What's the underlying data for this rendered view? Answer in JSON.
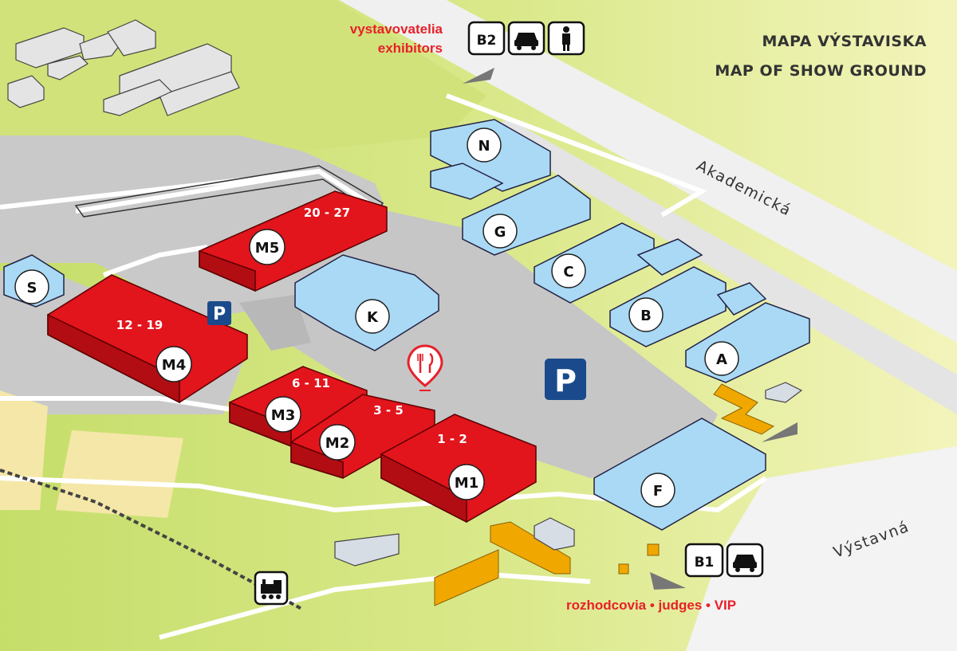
{
  "title": {
    "line1": "MAPA VÝSTAVISKA",
    "line2": "MAP OF SHOW GROUND"
  },
  "streets": {
    "akademicka": "Akademická",
    "vystavna": "Výstavná"
  },
  "entrance_b2": {
    "label_sk": "vystavovatelia",
    "label_en": "exhibitors",
    "gate": "B2",
    "icons": [
      "car-icon",
      "person-icon"
    ]
  },
  "entrance_b1": {
    "gate": "B1",
    "icons": [
      "car-icon"
    ],
    "label": "rozhodcovia • judges • VIP"
  },
  "halls": [
    {
      "id": "M1",
      "range": "1 - 2"
    },
    {
      "id": "M2",
      "range": "3 - 5"
    },
    {
      "id": "M3",
      "range": "6 - 11"
    },
    {
      "id": "M4",
      "range": "12 - 19"
    },
    {
      "id": "M5",
      "range": "20 - 27"
    }
  ],
  "pavilions": [
    "N",
    "G",
    "C",
    "B",
    "A",
    "K",
    "F",
    "S"
  ],
  "parking": {
    "label": "P"
  },
  "icons": {
    "restaurant": "restaurant-icon",
    "train": "train-icon"
  },
  "colors": {
    "hall_red": "#e2141c",
    "pavilion_blue": "#a9d9f5",
    "ground_green": "#c8df6a",
    "parking_blue": "#1a4a8c",
    "label_red": "#e8202a",
    "bridge_orange": "#f0a800"
  }
}
